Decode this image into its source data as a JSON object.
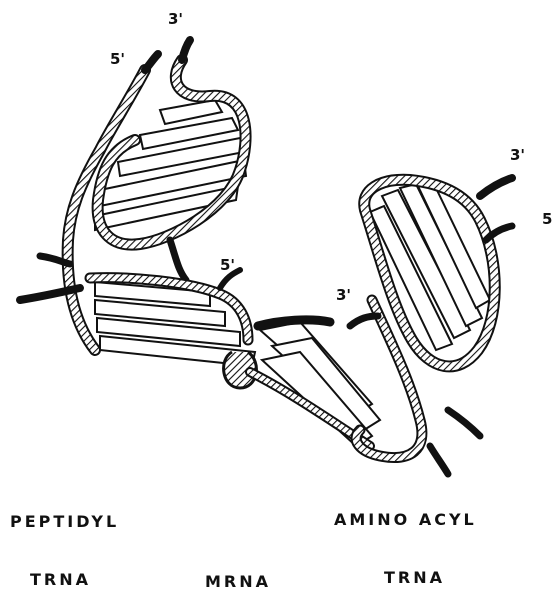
{
  "ends": {
    "top_3": "3'",
    "top_5": "5'",
    "right_3": "3'",
    "right_5": "5",
    "mid_5": "5'",
    "mid_3": "3'"
  },
  "captions": {
    "peptidyl": "PEPTIDYL",
    "trna_left": "TRNA",
    "mrna": "MRNA",
    "amino_acyl": "AMINO ACYL",
    "trna_right": "TRNA"
  },
  "colors": {
    "ink": "#111111",
    "paper": "#ffffff"
  }
}
